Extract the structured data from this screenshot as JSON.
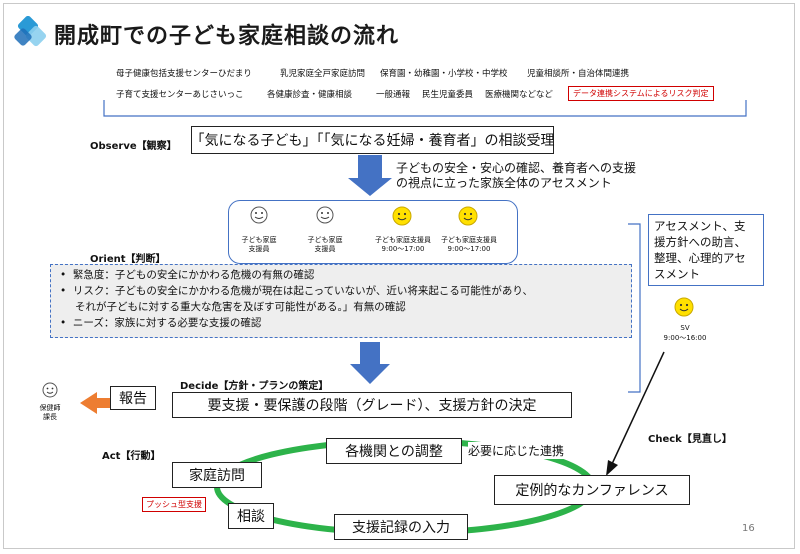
{
  "slide": {
    "title": "開成町での子ども家庭相談の流れ",
    "page_number": "16"
  },
  "sources": {
    "row1": [
      "母子健康包括支援センターひだまり",
      "乳児家庭全戸家庭訪問",
      "保育園・幼稚園・小学校・中学校",
      "児童相談所・自治体間連携"
    ],
    "row2": [
      "子育て支援センターあじさいっこ",
      "各健康診査・健康相談",
      "一般通報",
      "民生児童委員",
      "医療機関などなど"
    ],
    "risk_label": "データ連携システムによるリスク判定"
  },
  "observe": {
    "phase_label": "Observe【観察】",
    "box_text": "「気になる子ども」「「気になる妊婦・養育者」の相談受理",
    "note_line1": "子どもの安全・安心の確認、養育者への支援",
    "note_line2": "の視点に立った家族全体のアセスメント"
  },
  "staff": [
    {
      "line1": "子ども家庭",
      "line2": "支援員",
      "tone": "gray"
    },
    {
      "line1": "子ども家庭",
      "line2": "支援員",
      "tone": "gray"
    },
    {
      "line1": "子ども家庭支援員",
      "line2": "9:00～17:00",
      "tone": "yellow"
    },
    {
      "line1": "子ども家庭支援員",
      "line2": "9:00～17:00",
      "tone": "yellow"
    }
  ],
  "orient": {
    "phase_label": "Orient【判断】",
    "bullets": [
      "緊急度：子どもの安全にかかわる危機の有無の確認",
      "リスク：子どもの安全にかかわる危機が現在は起こっていないが、近い将来起こる可能性があり、",
      "それが子どもに対する重大な危害を及ぼす可能性がある。」有無の確認",
      "ニーズ：家族に対する必要な支援の確認"
    ]
  },
  "sv": {
    "box_line1": "アセスメント、支",
    "box_line2": "援方針への助言、",
    "box_line3": "整理、心理的アセ",
    "box_line4": "スメント",
    "label": "SV",
    "hours": "9:00～16:00"
  },
  "decide": {
    "phase_label": "Decide【方針・プランの策定】",
    "box_text": "要支援・要保護の段階（グレード）、支援方針の決定",
    "report_label": "報告",
    "person_line1": "保健師",
    "person_line2": "課長"
  },
  "check": {
    "phase_label": "Check【見直し】"
  },
  "act": {
    "phase_label": "Act【行動】",
    "coordination": "各機関との調整",
    "collaboration": "必要に応じた連携",
    "home_visit": "家庭訪問",
    "push_label": "プッシュ型支援",
    "consultation": "相談",
    "records": "支援記録の入力",
    "conference": "定例的なカンファレンス"
  },
  "colors": {
    "accent_blue": "#4472c4",
    "green": "#2db34a",
    "orange": "#ed7d31",
    "red": "#d00000",
    "yellow": "#ffe000"
  }
}
